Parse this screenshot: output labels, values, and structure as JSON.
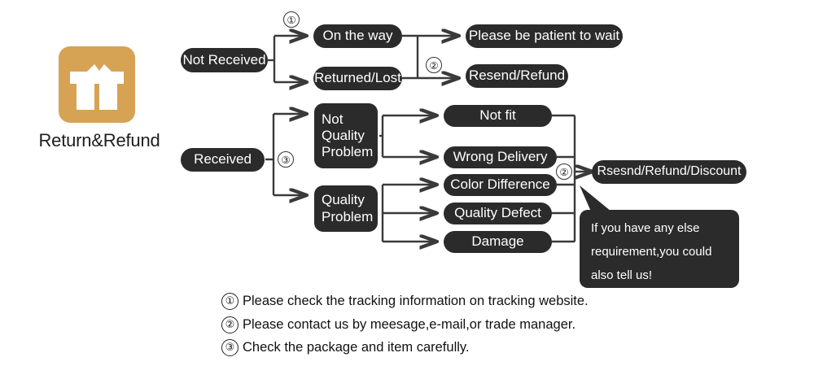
{
  "brand": {
    "title": "Return&Refund",
    "icon": "gift-box-icon",
    "icon_color": "#d6a354"
  },
  "theme": {
    "node_fill": "#2b2b2b",
    "node_text": "#ffffff",
    "wire_color": "#3a3a3a",
    "page_background": "#ffffff"
  },
  "flow": {
    "branches": [
      {
        "root": "Not Received",
        "marker": "①",
        "states": [
          "On the way",
          "Returned/Lost"
        ],
        "outcomes": [
          "Please be patient to wait",
          "Resend/Refund"
        ],
        "outcome_marker": "②"
      },
      {
        "root": "Received",
        "marker": "③",
        "categories": [
          "Not Quality Problem",
          "Quality Problem"
        ],
        "reasons": [
          "Not fit",
          "Wrong Delivery",
          "Color Difference",
          "Quality Defect",
          "Damage"
        ],
        "resolution": "Rsesnd/Refund/Discount",
        "resolution_marker": "②"
      }
    ],
    "nodes": {
      "not_received": "Not Received",
      "on_the_way": "On the way",
      "returned_lost": "Returned/Lost",
      "be_patient": "Please be patient to wait",
      "resend_refund": "Resend/Refund",
      "received": "Received",
      "not_quality_problem": "Not\nQuality\nProblem",
      "not_quality_problem_l1": "Not",
      "not_quality_problem_l2": "Quality",
      "not_quality_problem_l3": "Problem",
      "quality_problem_l1": "Quality",
      "quality_problem_l2": "Problem",
      "not_fit": "Not fit",
      "wrong_delivery": "Wrong Delivery",
      "color_difference": "Color Difference",
      "quality_defect": "Quality Defect",
      "damage": "Damage",
      "final_resolution": "Rsesnd/Refund/Discount"
    },
    "markers": {
      "one": "①",
      "two": "②",
      "three": "③",
      "two_b": "②",
      "two_c": "②"
    }
  },
  "callout": {
    "line1": "If you have any else",
    "line2": "requirement,you could",
    "line3": "also tell us!"
  },
  "footnotes": [
    {
      "marker": "①",
      "text": "Please check the tracking information on tracking website."
    },
    {
      "marker": "②",
      "text": "Please contact us by meesage,e-mail,or trade manager."
    },
    {
      "marker": "③",
      "text": "Check the package and item carefully."
    }
  ]
}
